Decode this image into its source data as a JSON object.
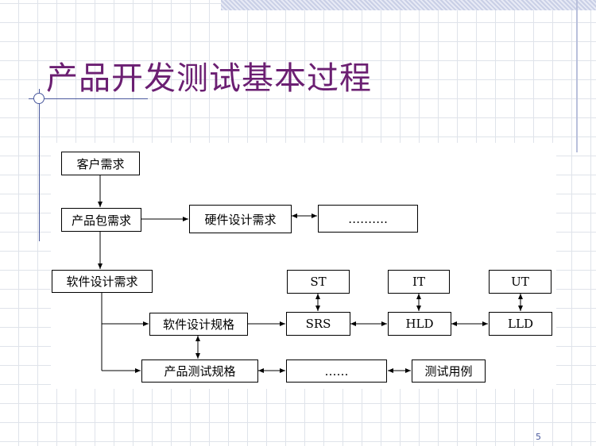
{
  "slide": {
    "title": "产品开发测试基本过程",
    "page_number": "5"
  },
  "boxes": {
    "customer_req": "客户需求",
    "product_package_req": "产品包需求",
    "hardware_design_req": "硬件设计需求",
    "hardware_ellipsis": "……….",
    "software_design_req": "软件设计需求",
    "software_design_spec": "软件设计规格",
    "product_test_spec": "产品测试规格",
    "test_ellipsis": "……",
    "test_cases": "测试用例",
    "st": "ST",
    "it": "IT",
    "ut": "UT",
    "srs": "SRS",
    "hld": "HLD",
    "lld": "LLD"
  }
}
